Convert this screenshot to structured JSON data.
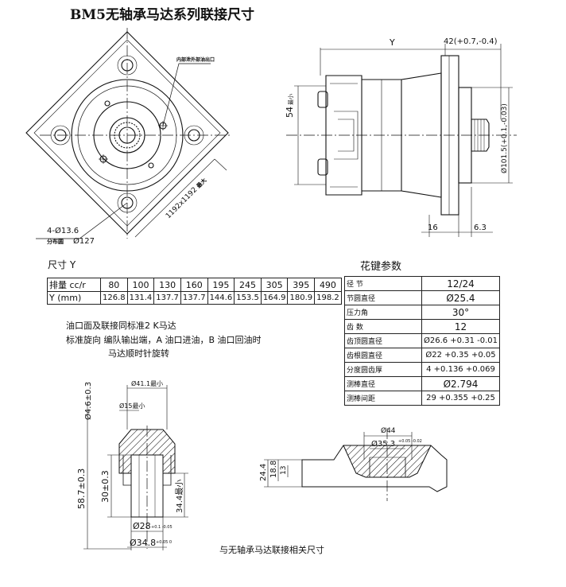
{
  "title": "BM5无轴承马达系列联接尺寸",
  "front_view": {
    "port_note": "内部泄外部油出口",
    "mount_dim": "1192x1192",
    "mount_dim_suffix": "最大",
    "bolt_hole": "4-Ø13.6",
    "pcd_label": "分布圆",
    "pcd_value": "Ø127"
  },
  "side_view": {
    "dim_y": "Y",
    "dim_42": "42(+0.7,-0.4)",
    "dim_54": "54",
    "dim_54_suffix": "最小",
    "dim_pilot": "Ø101.5(+0.1,-0.03)",
    "dim_16": "16",
    "dim_63": "6.3"
  },
  "y_table": {
    "caption": "尺寸 Y",
    "header": "排量 cc/r",
    "row_label": "Y (mm)",
    "displacements": [
      "80",
      "100",
      "130",
      "160",
      "195",
      "245",
      "305",
      "395",
      "490"
    ],
    "y_values": [
      "126.8",
      "131.4",
      "137.7",
      "137.7",
      "144.6",
      "153.5",
      "164.9",
      "180.9",
      "198.2"
    ]
  },
  "notes": {
    "line1": "油口面及联接同标准2 K马达",
    "line2": "标准旋向  编队输出端，A 油口进油，B 油口回油时",
    "line3": "马达顺时针旋转"
  },
  "spline_table": {
    "caption": "花键参数",
    "rows": [
      {
        "label": "径    节",
        "value": "12/24"
      },
      {
        "label": "节圆直径",
        "value": "Ø25.4"
      },
      {
        "label": "压力角",
        "value": "30°"
      },
      {
        "label": "齿    数",
        "value": "12"
      },
      {
        "label": "齿顶圆直径",
        "value": "Ø26.6 +0.31 -0.01"
      },
      {
        "label": "齿根圆直径",
        "value": "Ø22 +0.35 +0.05"
      },
      {
        "label": "分度圆齿厚",
        "value": "4 +0.136 +0.069"
      },
      {
        "label": "测棒直径",
        "value": "Ø2.794"
      },
      {
        "label": "测棒间距",
        "value": "29 +0.355 +0.25"
      }
    ]
  },
  "bottom_left": {
    "dim_411": "Ø41.1最小",
    "dim_46": "Ø4.6±0.3",
    "dim_15": "Ø15最小",
    "dim_587": "58.7±0.3",
    "dim_30": "30±0.3",
    "dim_344": "34.4最小",
    "dim_28": "Ø28",
    "dim_28_tol": "+0.1 -0.05",
    "dim_348": "Ø34.8",
    "dim_348_tol": "+0.05 0"
  },
  "bottom_right": {
    "dim_44": "Ø44",
    "dim_353": "Ø35.3",
    "dim_353_tol": "+0.05 -0.02",
    "dim_244": "24.4",
    "dim_188": "18.8",
    "dim_13": "13"
  },
  "caption_bottom": "与无轴承马达联接相关尺寸"
}
